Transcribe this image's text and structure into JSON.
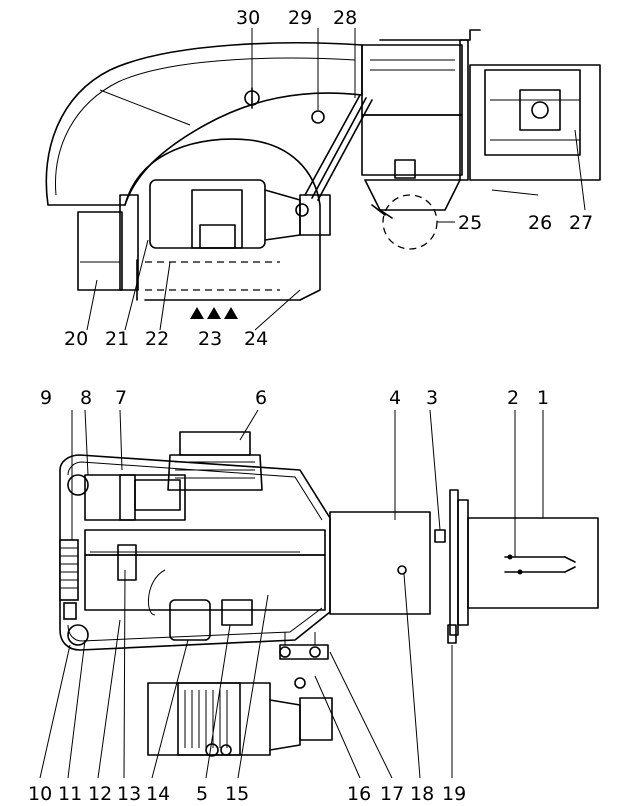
{
  "top_view": {
    "callouts": [
      "30",
      "29",
      "28",
      "26",
      "27",
      "25",
      "20",
      "21",
      "22",
      "23",
      "24"
    ]
  },
  "bottom_view": {
    "callouts": [
      "9",
      "8",
      "7",
      "6",
      "4",
      "3",
      "2",
      "1",
      "10",
      "11",
      "12",
      "13",
      "14",
      "5",
      "15",
      "16",
      "17",
      "18",
      "19"
    ]
  },
  "colors": {
    "line": "#000000",
    "background": "#ffffff"
  }
}
